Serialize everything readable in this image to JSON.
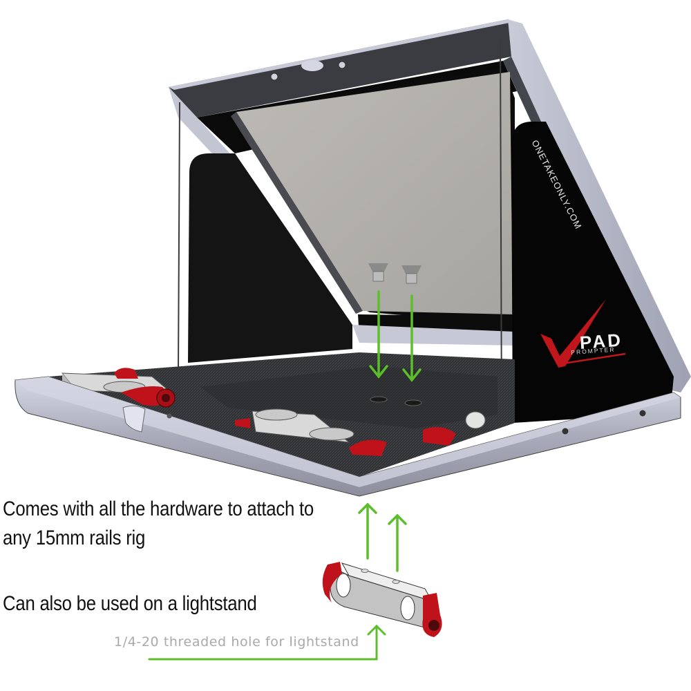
{
  "product": {
    "name": "Pad Prompter",
    "logo": {
      "main": "PAD",
      "sub": "PROMPTER",
      "check_color": "#c0161c"
    },
    "website": "ONETAKEONLY.COM"
  },
  "captions": {
    "hardware": "Comes with all the hardware to attach to any 15mm rails rig",
    "lightstand": "Can also be used on a lightstand"
  },
  "callouts": {
    "threaded_hole": "1/4-20 threaded hole for lightstand"
  },
  "colors": {
    "arrow_green": "#5cbf2a",
    "frame_silver": "#b9bccb",
    "frame_dark": "#3a3c42",
    "glass": "#b3b1ad",
    "panel_black": "#0b0b0b",
    "knob_red": "#c0121a",
    "caption_text": "#111111",
    "note_text": "#a9a9a9"
  },
  "parts": {
    "screws": [
      "countersunk-screw",
      "countersunk-screw"
    ],
    "rail_clamps": [
      "rail-clamp-left",
      "rail-clamp-center",
      "rail-clamp-detached"
    ]
  }
}
